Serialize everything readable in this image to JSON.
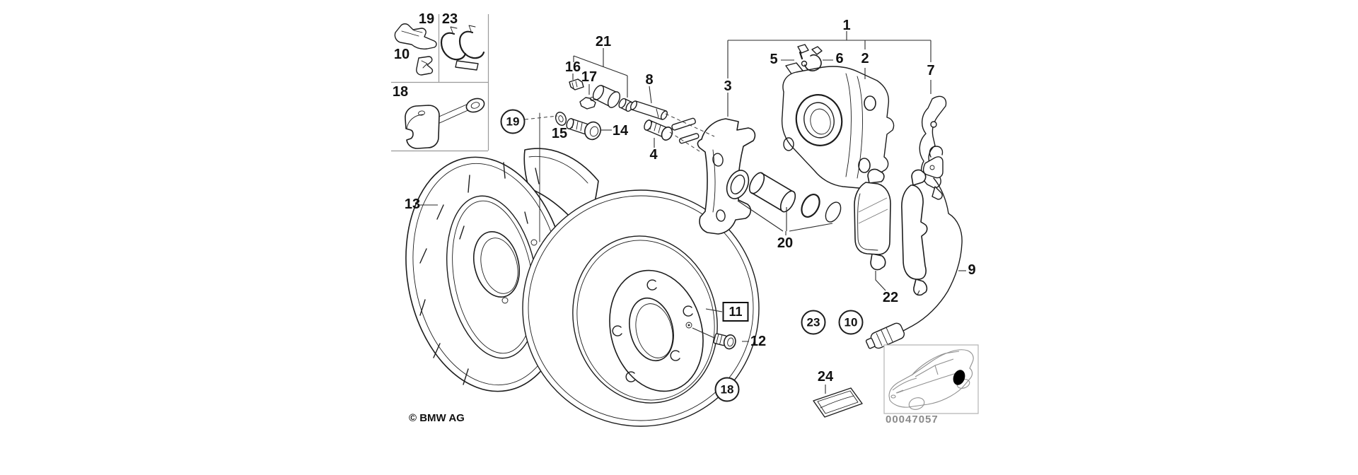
{
  "callouts": {
    "inset": {
      "item19": "19",
      "item23": "23",
      "item10": "10",
      "item18": "18"
    },
    "plain": {
      "item1": "1",
      "item2": "2",
      "item3": "3",
      "item4": "4",
      "item5": "5",
      "item6": "6",
      "item7": "7",
      "item8": "8",
      "item9": "9",
      "item12": "12",
      "item13": "13",
      "item14": "14",
      "item15": "15",
      "item16": "16",
      "item17": "17",
      "item20": "20",
      "item21": "21",
      "item22": "22",
      "item24": "24"
    },
    "circled": {
      "item19": "19",
      "item23": "23",
      "item10": "10",
      "item18": "18"
    },
    "boxed": {
      "item11": "11"
    }
  },
  "footer": {
    "copyright": "© BMW AG",
    "diagram_number": "00047057"
  },
  "colors": {
    "line": "#1d1d1d",
    "muted_line": "#8f8f8f",
    "inset_divider": "#9a9a9a",
    "diagram_number_text": "#8a8a8a",
    "background": "#ffffff",
    "location_dot": "#000000"
  }
}
